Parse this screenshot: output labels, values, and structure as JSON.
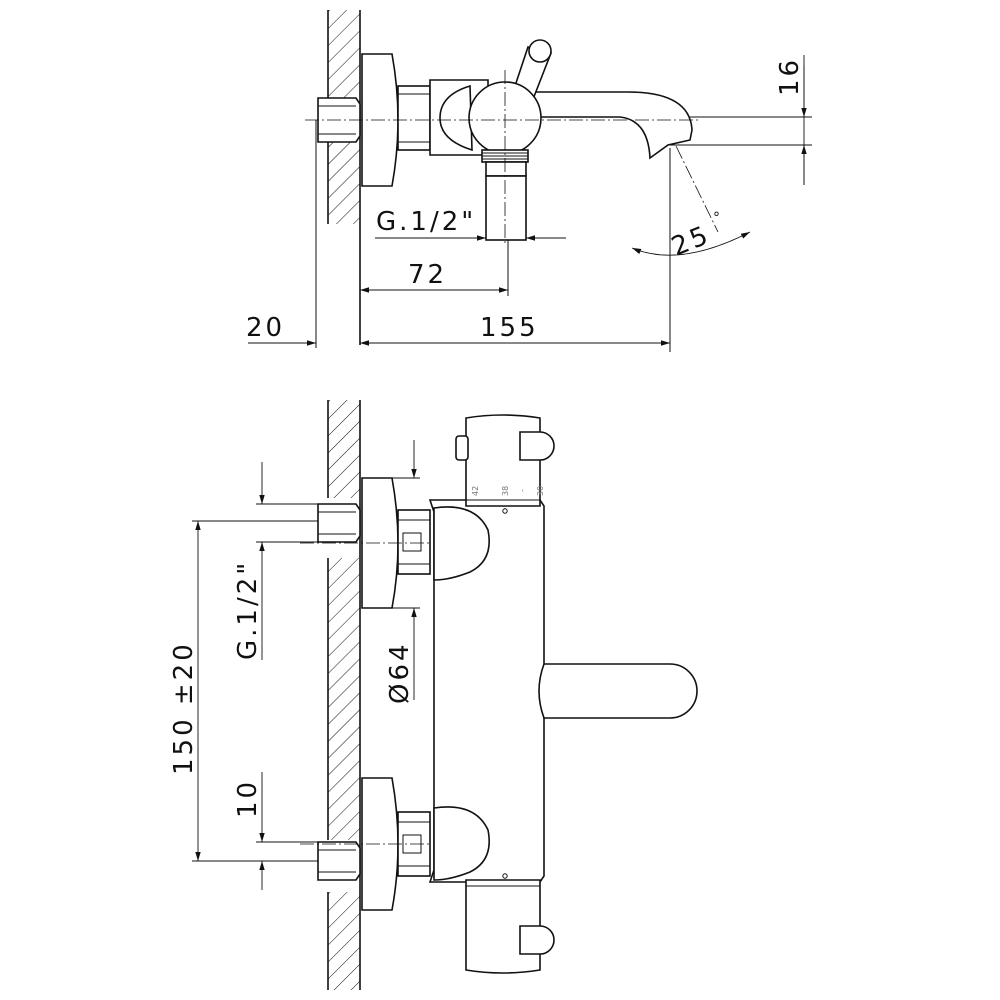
{
  "top_view": {
    "dims": {
      "wall_offset": "20",
      "depth": "155",
      "inlet_distance": "72",
      "outlet_thread": "G.1/2\"",
      "spout_height": "16",
      "spout_angle": "25",
      "degree_mark": "°"
    }
  },
  "front_view": {
    "dims": {
      "inlet_spacing": "150 ±20",
      "inlet_thread": "G.1/2\"",
      "cover_diameter": "Ø64",
      "offset": "10"
    },
    "temp_scale": [
      "42",
      "38",
      "-",
      "30"
    ]
  },
  "colors": {
    "line": "#111111",
    "background": "#ffffff"
  }
}
